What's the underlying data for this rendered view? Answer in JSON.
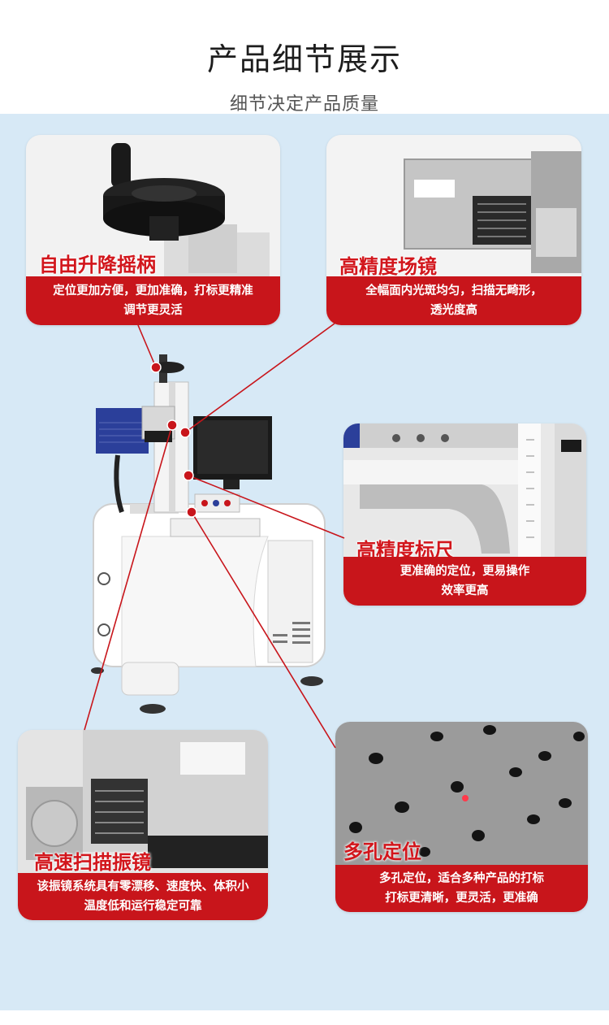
{
  "header": {
    "title": "产品细节展示",
    "subtitle": "细节决定产品质量"
  },
  "features": [
    {
      "label": "自由升降摇柄",
      "desc_line1": "定位更加方便，更加准确，打标更精准",
      "desc_line2": "调节更灵活"
    },
    {
      "label": "高精度场镜",
      "desc_line1": "全幅面内光斑均匀，扫描无畸形，",
      "desc_line2": "透光度高"
    },
    {
      "label": "高精度标尺",
      "desc_line1": "更准确的定位，更易操作",
      "desc_line2": "效率更高"
    },
    {
      "label": "高速扫描振镜",
      "desc_line1": "该振镜系统具有零漂移、速度快、体积小",
      "desc_line2": "温度低和运行稳定可靠"
    },
    {
      "label": "多孔定位",
      "desc_line1": "多孔定位，适合多种产品的打标",
      "desc_line2": "打标更清晰，更灵活，更准确"
    }
  ],
  "colors": {
    "accent_red": "#c8151b",
    "label_red": "#d2161c",
    "panel_blue": "#d7e9f6",
    "laser_blue": "#2b3f9a"
  }
}
